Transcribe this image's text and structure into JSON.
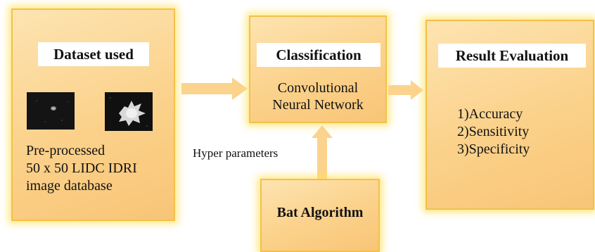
{
  "dataset": {
    "title": "Dataset used",
    "desc_lines": [
      "Pre-processed",
      "50 x 50 LIDC IDRI",
      "image database"
    ]
  },
  "classification": {
    "title": "Classification",
    "desc_lines": [
      "Convolutional",
      "Neural Network"
    ]
  },
  "result": {
    "title": "Result Evaluation",
    "metrics": [
      "1)Accuracy",
      "2)Sensitivity",
      "3)Specificity"
    ]
  },
  "bat": {
    "title": "Bat Algorithm"
  },
  "hyper_label": "Hyper parameters",
  "colors": {
    "box_fill": "#fbd18a",
    "box_border": "#f4c04a",
    "glow": "#ffe25a",
    "arrow": "#fbd38c"
  }
}
